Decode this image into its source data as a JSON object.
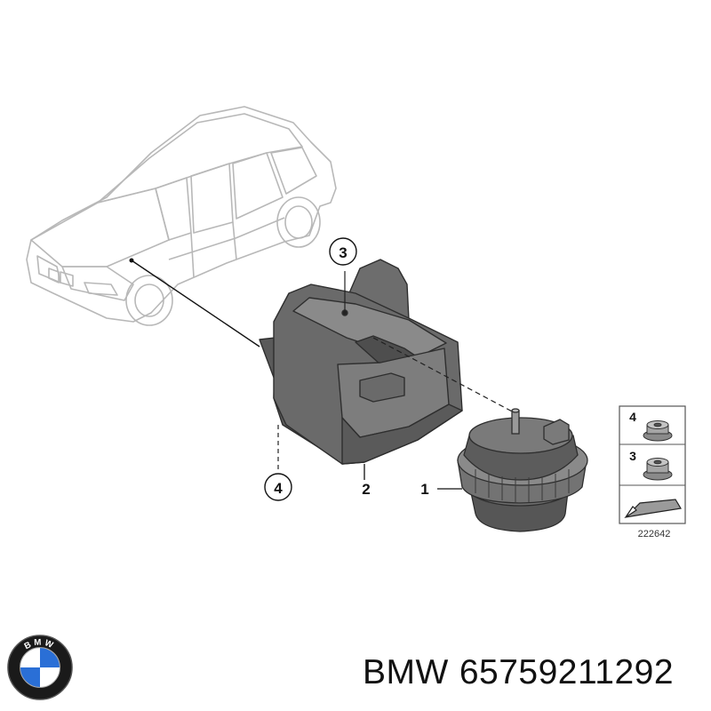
{
  "callouts": {
    "circle_3": "3",
    "circle_4": "4",
    "part_1": "1",
    "part_2": "2"
  },
  "legend": {
    "item_4": "4",
    "item_3": "3",
    "diagram_number": "222642"
  },
  "caption": {
    "brand": "BMW",
    "part_number": "65759211292"
  },
  "logo": {
    "letters": "BMW",
    "colors": {
      "blue": "#2a6fd6",
      "white": "#ffffff",
      "ring": "#111111"
    }
  },
  "colors": {
    "line_art": "#b8b8b8",
    "part_dark": "#5e5e5e",
    "part_mid": "#7a7a7a",
    "part_light": "#9a9a9a"
  }
}
